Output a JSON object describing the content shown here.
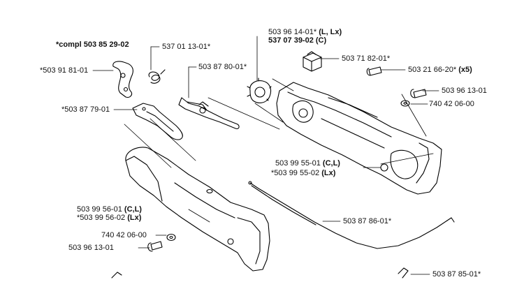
{
  "title": "*compl 503 85 29-02",
  "labels": {
    "l01": "537 01 13-01*",
    "l02": "*503 91 81-01",
    "l03": "503 87 80-01*",
    "l04": "*503 87 79-01",
    "l05a": "503 96 14-01*",
    "l05b": "(L, Lx)",
    "l06": "537 07 39-02 (C)",
    "l07": "503 71 82-01*",
    "l08a": "503 21 66-20*",
    "l08b": "(x5)",
    "l09": "503 96 13-01",
    "l10": "740 42 06-00",
    "l11a": "503 99 55-01",
    "l11b": "(C,L)",
    "l12a": "*503 99 55-02",
    "l12b": "(Lx)",
    "l13a": "503 99 56-01",
    "l13b": "(C,L)",
    "l14a": "*503 99 56-02",
    "l14b": "(Lx)",
    "l15": "740 42 06-00",
    "l16": "503 96 13-01",
    "l17": "503 87 86-01*",
    "l18": "503 87 85-01*"
  }
}
